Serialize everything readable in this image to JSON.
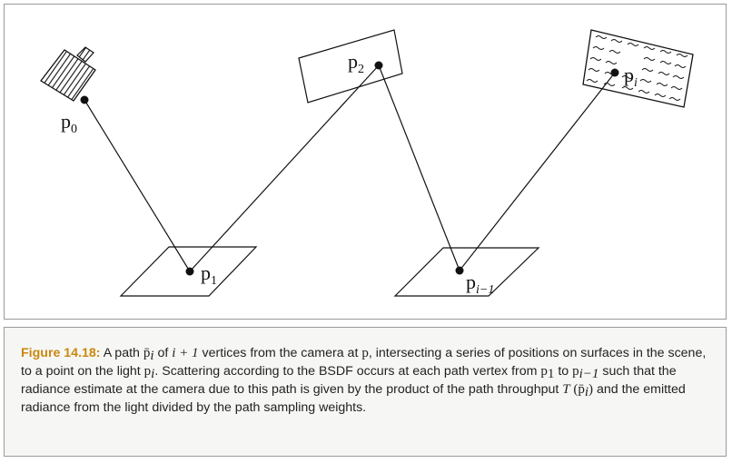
{
  "diagram": {
    "labels": {
      "p0": "p",
      "p0_sub": "0",
      "p1": "p",
      "p1_sub": "1",
      "p2": "p",
      "p2_sub": "2",
      "pim1": "p",
      "pim1_sub": "i−1",
      "pi": "p",
      "pi_sub": "i"
    }
  },
  "caption": {
    "figure_label": "Figure 14.18:",
    "t1": " A path ",
    "pbar": "p̄",
    "sub_i": "i",
    "t2": " of ",
    "i_plus_1": "i + 1",
    "t3": " vertices from the camera at ",
    "p": "p",
    "t4": ", intersecting a series of positions on surfaces in the scene, to a point on the light ",
    "t5": ". Scattering according to the BSDF occurs at each path vertex from ",
    "p1": "p",
    "sub_1": "1",
    "t6": " to ",
    "sub_im1": "i−1",
    "t7": " such that the radiance estimate at the camera due to this path is given by the product of the path throughput ",
    "T": "T",
    "paren_open": " (",
    "paren_close": ")",
    "t8": " and the emitted radiance from the light divided by the path sampling weights."
  }
}
